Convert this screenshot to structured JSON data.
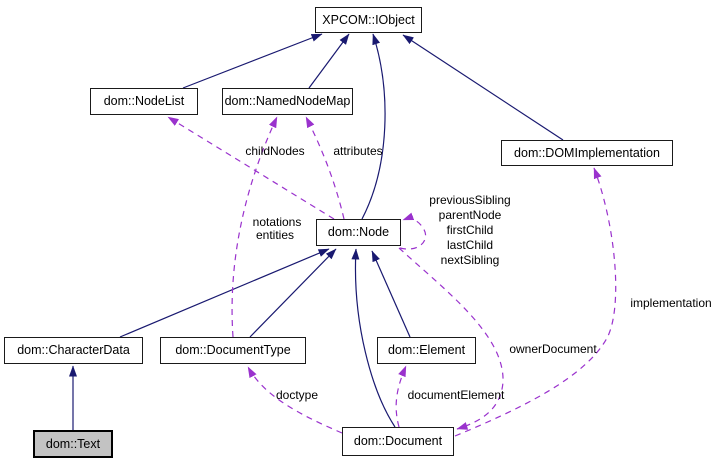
{
  "diagram": {
    "kind": "class-collaboration-graph",
    "background": "#ffffff",
    "colors": {
      "inheritance_edge": "#191970",
      "usage_edge": "#9a32cd",
      "node_border": "#000000",
      "node_fill": "#ffffff",
      "highlighted_node_fill": "#c3c3c3",
      "text": "#000000"
    },
    "nodes": [
      {
        "id": "xpcom-iobject",
        "label": "XPCOM::IObject",
        "highlighted": false
      },
      {
        "id": "dom-nodelist",
        "label": "dom::NodeList",
        "highlighted": false
      },
      {
        "id": "dom-namednodemap",
        "label": "dom::NamedNodeMap",
        "highlighted": false
      },
      {
        "id": "dom-domimplementation",
        "label": "dom::DOMImplementation",
        "highlighted": false
      },
      {
        "id": "dom-node",
        "label": "dom::Node",
        "highlighted": false
      },
      {
        "id": "dom-characterdata",
        "label": "dom::CharacterData",
        "highlighted": false
      },
      {
        "id": "dom-documenttype",
        "label": "dom::DocumentType",
        "highlighted": false
      },
      {
        "id": "dom-element",
        "label": "dom::Element",
        "highlighted": false
      },
      {
        "id": "dom-document",
        "label": "dom::Document",
        "highlighted": false
      },
      {
        "id": "dom-text",
        "label": "dom::Text",
        "highlighted": true
      }
    ],
    "edge_labels": [
      {
        "id": "childnodes",
        "text": "childNodes"
      },
      {
        "id": "attributes",
        "text": "attributes"
      },
      {
        "id": "notations",
        "text": "notations"
      },
      {
        "id": "entities",
        "text": "entities"
      },
      {
        "id": "previoussibling",
        "text": "previousSibling"
      },
      {
        "id": "parentnode",
        "text": "parentNode"
      },
      {
        "id": "firstchild",
        "text": "firstChild"
      },
      {
        "id": "lastchild",
        "text": "lastChild"
      },
      {
        "id": "nextsibling",
        "text": "nextSibling"
      },
      {
        "id": "doctype",
        "text": "doctype"
      },
      {
        "id": "documentelement",
        "text": "documentElement"
      },
      {
        "id": "ownerdocument",
        "text": "ownerDocument"
      },
      {
        "id": "implementation",
        "text": "implementation"
      }
    ],
    "edges": [
      {
        "from": "dom::NodeList",
        "to": "XPCOM::IObject",
        "type": "inheritance"
      },
      {
        "from": "dom::NamedNodeMap",
        "to": "XPCOM::IObject",
        "type": "inheritance"
      },
      {
        "from": "dom::Node",
        "to": "XPCOM::IObject",
        "type": "inheritance"
      },
      {
        "from": "dom::DOMImplementation",
        "to": "XPCOM::IObject",
        "type": "inheritance"
      },
      {
        "from": "dom::CharacterData",
        "to": "dom::Node",
        "type": "inheritance"
      },
      {
        "from": "dom::DocumentType",
        "to": "dom::Node",
        "type": "inheritance"
      },
      {
        "from": "dom::Element",
        "to": "dom::Node",
        "type": "inheritance"
      },
      {
        "from": "dom::Document",
        "to": "dom::Node",
        "type": "inheritance"
      },
      {
        "from": "dom::Text",
        "to": "dom::CharacterData",
        "type": "inheritance"
      },
      {
        "from": "dom::Node",
        "to": "dom::NodeList",
        "type": "usage",
        "label": "childNodes"
      },
      {
        "from": "dom::Node",
        "to": "dom::NamedNodeMap",
        "type": "usage",
        "label": "attributes"
      },
      {
        "from": "dom::DocumentType",
        "to": "dom::NamedNodeMap",
        "type": "usage",
        "label": "notations entities"
      },
      {
        "from": "dom::Node",
        "to": "dom::Node",
        "type": "usage",
        "label": "previousSibling parentNode firstChild lastChild nextSibling"
      },
      {
        "from": "dom::Node",
        "to": "dom::Document",
        "type": "usage",
        "label": "ownerDocument"
      },
      {
        "from": "dom::Document",
        "to": "dom::DocumentType",
        "type": "usage",
        "label": "doctype"
      },
      {
        "from": "dom::Document",
        "to": "dom::Element",
        "type": "usage",
        "label": "documentElement"
      },
      {
        "from": "dom::Document",
        "to": "dom::DOMImplementation",
        "type": "usage",
        "label": "implementation"
      }
    ]
  }
}
